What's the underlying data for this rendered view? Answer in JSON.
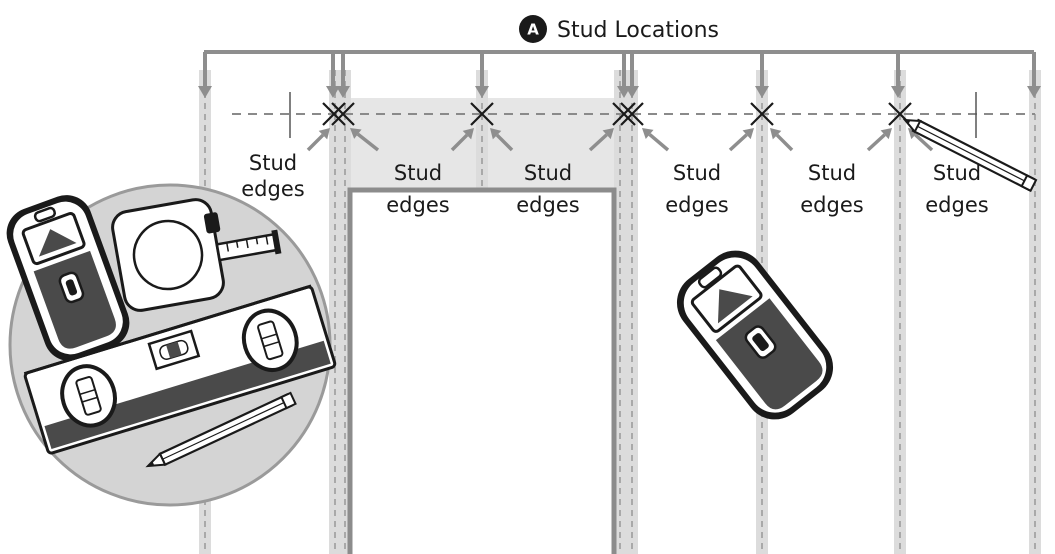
{
  "header": {
    "badge": "A",
    "title": "Stud Locations"
  },
  "labels": {
    "line1": "Stud",
    "line2": "edges"
  },
  "colors": {
    "stud_fill": "#dcdcdc",
    "stud_dash": "#a9a9a9",
    "bracket": "#8e8e8e",
    "ink": "#1a1a1a",
    "tool_body": "#5a5a5a",
    "circle_bg": "#d4d4d4"
  },
  "icons": [
    "stud-finder-icon",
    "tape-measure-icon",
    "level-icon",
    "pencil-icon"
  ]
}
